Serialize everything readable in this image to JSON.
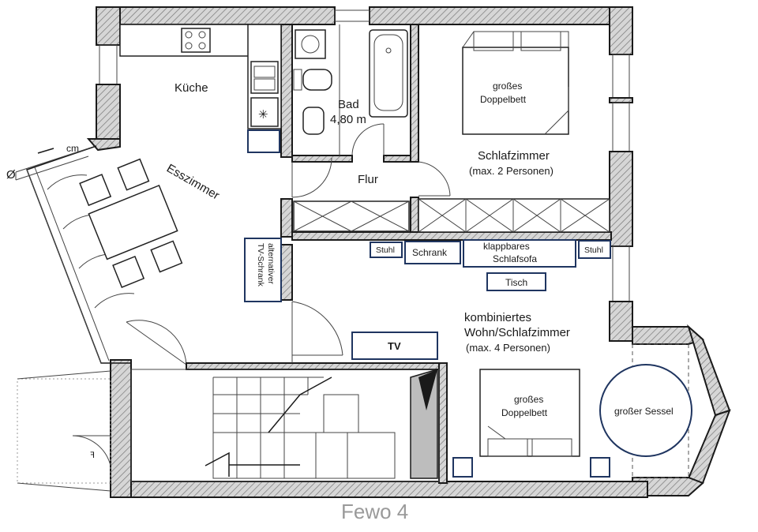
{
  "title": "Fewo 4",
  "rooms": {
    "kitchen": "Küche",
    "bathroom": "Bad",
    "bathroom_size": "4,80 m",
    "hallway": "Flur",
    "dining": "Esszimmer",
    "bedroom": "Schlafzimmer",
    "bedroom_capacity": "(max. 2 Personen)",
    "living_line1": "kombiniertes",
    "living_line2": "Wohn/Schlafzimmer",
    "living_capacity": "(max. 4 Personen)"
  },
  "furniture": {
    "bed_top_line1": "großes",
    "bed_top_line2": "Doppelbett",
    "bed_bottom_line1": "großes",
    "bed_bottom_line2": "Doppelbett",
    "chair_left": "Stuhl",
    "chair_right": "Stuhl",
    "wardrobe": "Schrank",
    "sofa_line1": "klappbares",
    "sofa_line2": "Schlafsofa",
    "table": "Tisch",
    "tv": "TV",
    "tv_cabinet_line1": "alternativer",
    "tv_cabinet_line2": "TV-Schrank",
    "armchair": "großer Sessel"
  },
  "marks": {
    "compass": "Ø",
    "scale": "cm"
  }
}
